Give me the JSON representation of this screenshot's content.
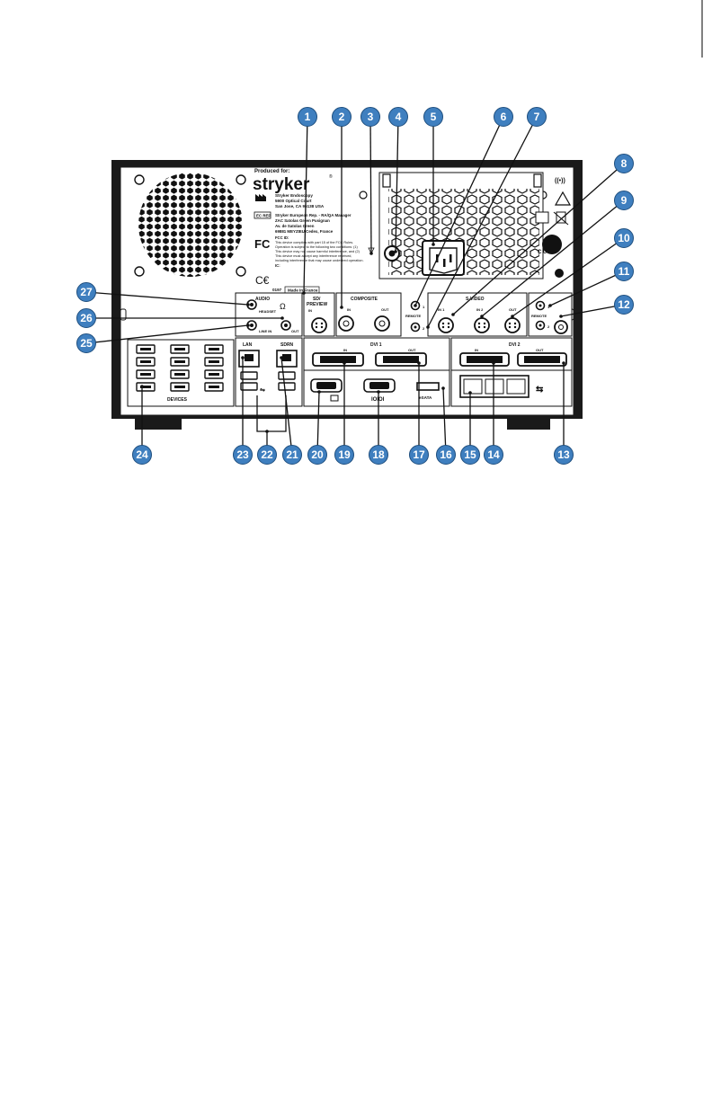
{
  "panel": {
    "produced_for": "Produced for:",
    "brand": "stryker",
    "manufacturer_lines": [
      "Stryker Endoscopy",
      "5900 Optical Court",
      "San Jose, CA 95138 USA"
    ],
    "ec_rep_badge": "EC REP",
    "ec_rep_lines": [
      "Stryker European Rep. - RA/QA Manager",
      "ZAC Satolas Green Pusignan",
      "Av. de Satolas Green",
      "69881 MEYZIEU Cedex, France"
    ],
    "fcc_logo": "FC",
    "fcc_lines": [
      "FCC ID:",
      "This device complies with part 15 of the FCC Rules.",
      "Operation is subject to the following two conditions: (1)",
      "This device may not cause harmful interference, and (2)",
      "This device must accept any interference received,",
      "including interference that may cause undesired operation.",
      "IC:"
    ],
    "ce_mark": "C€",
    "ce_number": "0197",
    "made_in": "Made in France",
    "cul_mark": "C  US",
    "labels": {
      "audio": "AUDIO",
      "headset": "HEADSET",
      "line_in": "LINE IN",
      "out": "OUT",
      "sd_preview": "SD/",
      "preview": "PREVIEW",
      "in": "IN",
      "composite": "COMPOSITE",
      "composite_in": "IN",
      "composite_out": "OUT",
      "remote_left": "REMOTE",
      "remote_1": "1",
      "remote_2": "2",
      "svideo": "S-VIDEO",
      "svideo_in1": "IN 1",
      "svideo_in2": "IN 2",
      "svideo_out": "OUT",
      "remote_right": "REMOTE",
      "remote_r1": "1",
      "remote_r2": "2",
      "lan": "LAN",
      "sdrn": "SDRN",
      "devices": "DEVICES",
      "dvi1": "DVI 1",
      "dvi1_in": "IN",
      "dvi1_out": "OUT",
      "dvi2": "DVI 2",
      "dvi2_in": "IN",
      "dvi2_out": "OUT",
      "serial": "IOIOI",
      "esata": "eSATA"
    }
  },
  "callouts": [
    {
      "n": "1"
    },
    {
      "n": "2"
    },
    {
      "n": "3"
    },
    {
      "n": "4"
    },
    {
      "n": "5"
    },
    {
      "n": "6"
    },
    {
      "n": "7"
    },
    {
      "n": "8"
    },
    {
      "n": "9"
    },
    {
      "n": "10"
    },
    {
      "n": "11"
    },
    {
      "n": "12"
    },
    {
      "n": "13"
    },
    {
      "n": "14"
    },
    {
      "n": "15"
    },
    {
      "n": "16"
    },
    {
      "n": "17"
    },
    {
      "n": "18"
    },
    {
      "n": "19"
    },
    {
      "n": "20"
    },
    {
      "n": "21"
    },
    {
      "n": "22"
    },
    {
      "n": "23"
    },
    {
      "n": "24"
    },
    {
      "n": "25"
    },
    {
      "n": "26"
    },
    {
      "n": "27"
    }
  ],
  "colors": {
    "callout_fill": "#3f7fbf",
    "callout_stroke": "#1f4f7f",
    "device_body": "#1a1a1a",
    "panel_light": "#f4f4f4"
  }
}
